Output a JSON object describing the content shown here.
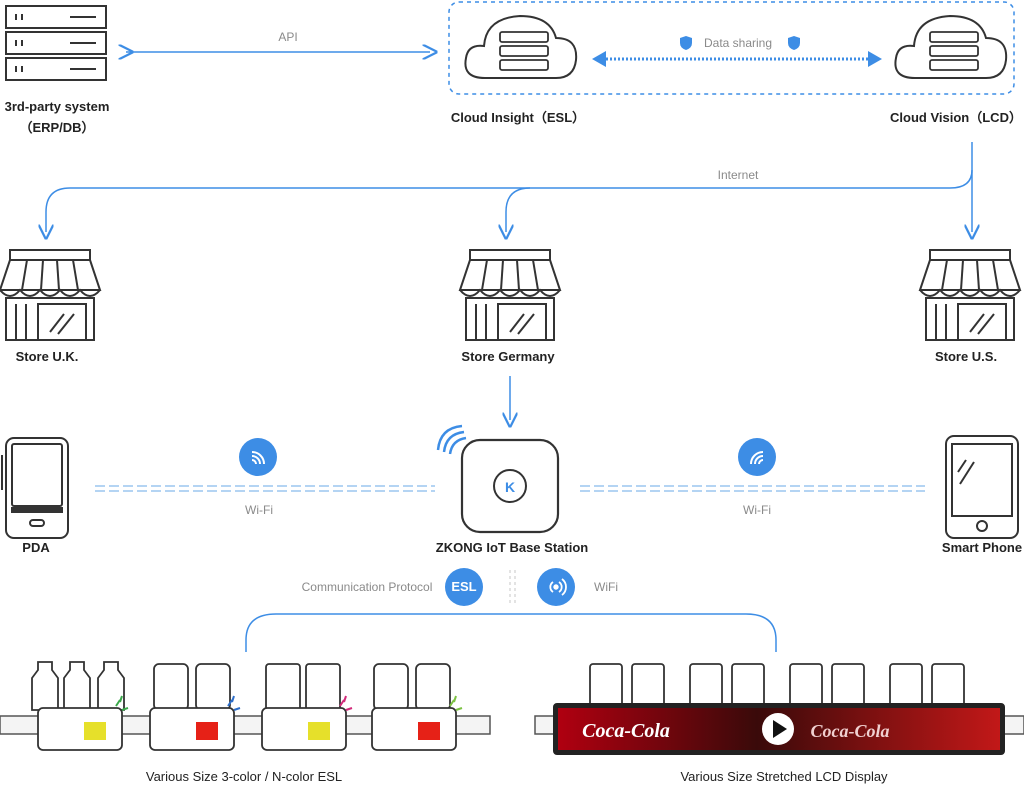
{
  "systems": {
    "third_party": {
      "line1": "3rd-party system",
      "line2": "（ERP/DB）"
    },
    "cloud_insight": "Cloud Insight（ESL）",
    "cloud_vision": "Cloud Vision（LCD）"
  },
  "connections": {
    "api": "API",
    "data_sharing": "Data sharing",
    "internet": "Internet",
    "wifi_left": "Wi-Fi",
    "wifi_right": "Wi-Fi",
    "communication_protocol": "Communication Protocol",
    "esl_badge": "ESL",
    "wifi_bottom": "WiFi"
  },
  "stores": [
    "Store U.K.",
    "Store Germany",
    "Store U.S."
  ],
  "devices": {
    "pda": "PDA",
    "base_station": "ZKONG IoT Base Station",
    "smart_phone": "Smart Phone",
    "base_station_logo": "K"
  },
  "displays": {
    "esl": "Various Size 3-color / N-color ESL",
    "lcd": "Various Size Stretched LCD Display",
    "banner_brand": "Coca-Cola"
  },
  "colors": {
    "accent": "#3d8de5",
    "line": "#333333",
    "dashed": "#9cc5ef",
    "esl_yellow": "#e6e02a",
    "esl_red": "#e62117",
    "banner_red": "#c8102e"
  }
}
